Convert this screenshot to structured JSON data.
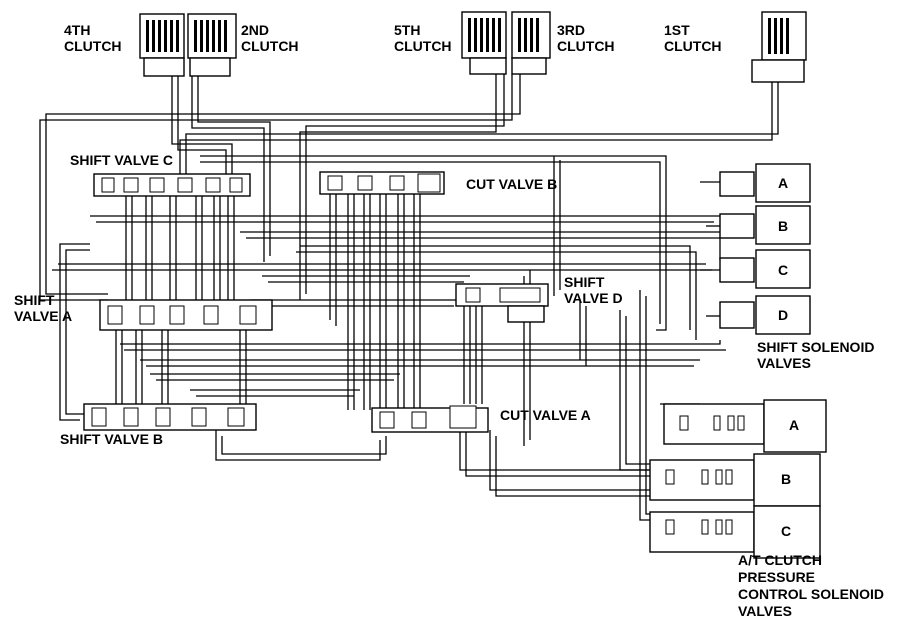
{
  "clutches": {
    "c4": [
      "4TH",
      "CLUTCH"
    ],
    "c2": [
      "2ND",
      "CLUTCH"
    ],
    "c5": [
      "5TH",
      "CLUTCH"
    ],
    "c3": [
      "3RD",
      "CLUTCH"
    ],
    "c1": [
      "1ST",
      "CLUTCH"
    ]
  },
  "valves": {
    "shift_c": "SHIFT VALVE C",
    "shift_a": [
      "SHIFT",
      "VALVE A"
    ],
    "shift_b": "SHIFT VALVE B",
    "shift_d": [
      "SHIFT",
      "VALVE D"
    ],
    "cut_b": "CUT VALVE B",
    "cut_a": "CUT VALVE A"
  },
  "shift_solenoids": {
    "letters": [
      "A",
      "B",
      "C",
      "D"
    ],
    "caption": [
      "SHIFT SOLENOID",
      "VALVES"
    ]
  },
  "pressure_solenoids": {
    "letters": [
      "A",
      "B",
      "C"
    ],
    "caption": [
      "A/T CLUTCH",
      "PRESSURE",
      "CONTROL SOLENOID",
      "VALVES"
    ]
  }
}
